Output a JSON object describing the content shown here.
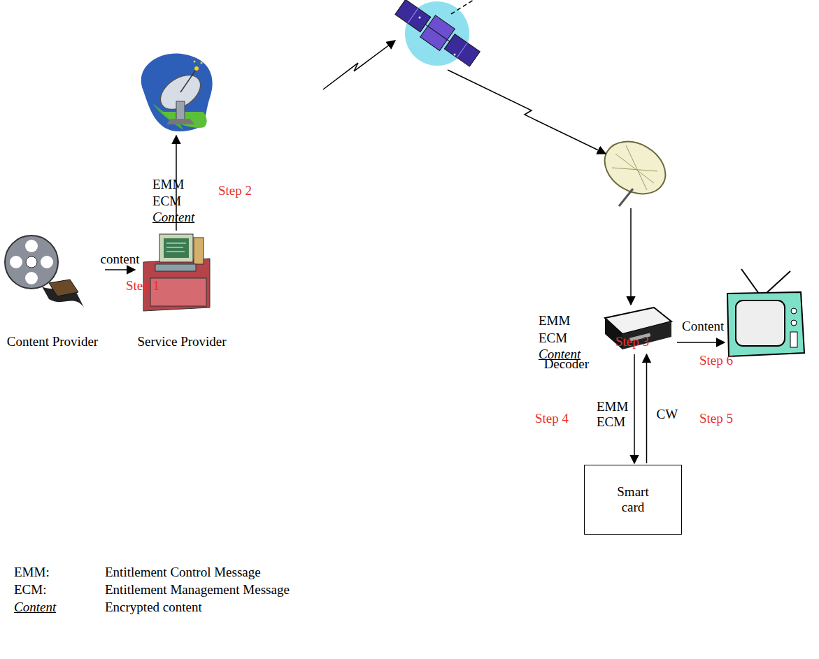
{
  "diagram": {
    "nodes": [
      {
        "text": [
          "Content Provider"
        ]
      },
      {
        "text": [
          "Service Provider"
        ]
      },
      {
        "text": [
          "Decoder"
        ]
      },
      {
        "text": [
          "Smart card"
        ]
      }
    ],
    "edges": [
      {
        "from": 0,
        "to": 1,
        "arrow": "to",
        "label": "content"
      },
      {
        "from": 2,
        "to": 3,
        "arrow": "to",
        "label": "EMM ECM"
      },
      {
        "from": 3,
        "to": 2,
        "arrow": "to",
        "label": "CW"
      }
    ],
    "labels": [
      "Step 1",
      "EMM",
      "ECM",
      "Content",
      "Step 2",
      "EMM",
      "ECM",
      "Content",
      "Step 3",
      "Step 4",
      "Step 5",
      "Content",
      "Step 6",
      "EMM:",
      "Entitlement Control Message",
      "ECM:",
      "Entitlement Management Message",
      "Content",
      "Encrypted content"
    ]
  }
}
